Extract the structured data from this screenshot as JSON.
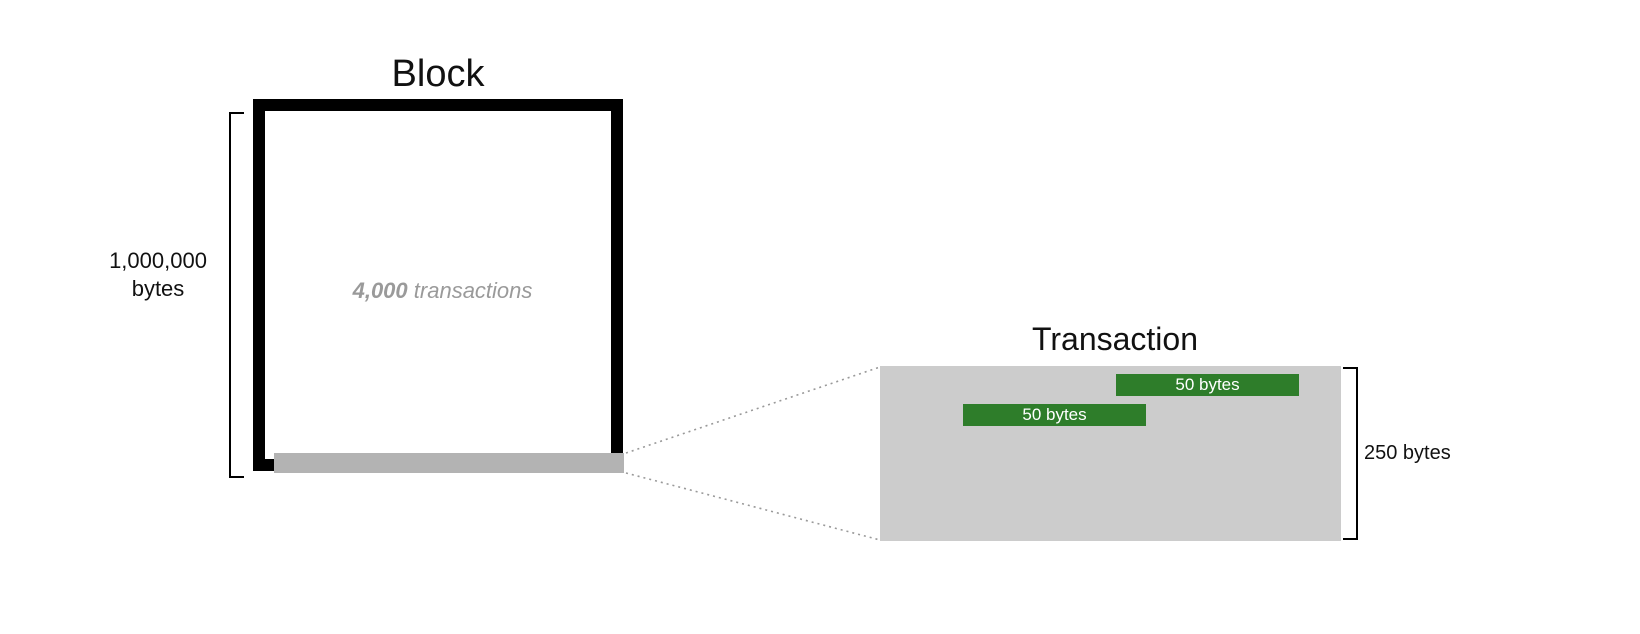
{
  "block": {
    "title": "Block",
    "size_label_line1": "1,000,000",
    "size_label_line2": "bytes",
    "count_number": "4,000",
    "count_unit": "transactions"
  },
  "transaction": {
    "title": "Transaction",
    "size_label": "250 bytes",
    "fields": [
      {
        "label": "50 bytes",
        "color": "#2e7d2a"
      },
      {
        "label": "50 bytes",
        "color": "#2e7d2a"
      }
    ],
    "box_color": "#cccccc",
    "strip_color": "#b3b3b3"
  }
}
